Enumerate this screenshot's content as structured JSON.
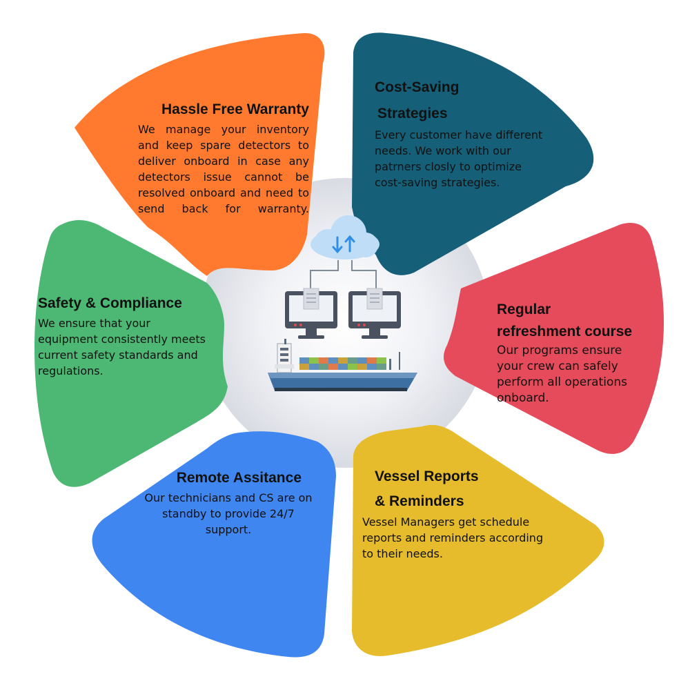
{
  "segments": {
    "warranty": {
      "title": "Hassle Free Warranty",
      "body": "We manage your inventory and keep spare detectors to deliver onboard in case any detectors issue cannot be resolved onboard and need to send back for warranty.",
      "color": "#FF7A2F"
    },
    "cost": {
      "title_line1": "Cost-Saving",
      "title_line2": "Strategies",
      "body": "Every customer have different needs. We work with our patrners closly to optimize cost-saving strategies.",
      "color": "#155F78"
    },
    "refresh": {
      "title_line1": "Regular",
      "title_line2": "refreshment course",
      "body": "Our programs ensure your crew can safely perform all operations onboard.",
      "color": "#E54B5A"
    },
    "vessel": {
      "title_line1": "Vessel Reports",
      "title_line2": "& Reminders",
      "body": "Vessel Managers get schedule reports and reminders according to their needs.",
      "color": "#E6BC2C"
    },
    "remote": {
      "title": "Remote Assitance",
      "body": "Our technicians and CS are on standby to provide 24/7 support.",
      "color": "#3F86F0"
    },
    "safety": {
      "title": "Safety & Compliance",
      "body": "We ensure that your equipment consistently meets current safety standards and regulations.",
      "color": "#4CB874"
    }
  },
  "center": {
    "icons": [
      "cloud-sync-icon",
      "computer-monitor-icon",
      "computer-monitor-icon",
      "container-ship-icon"
    ],
    "cloud_color": "#BFDDF6",
    "arrow_color": "#2F8FE6",
    "hull_color": "#3E6FA3"
  }
}
